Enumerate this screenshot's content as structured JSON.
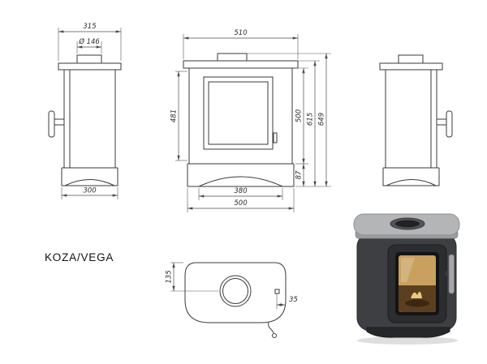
{
  "title": "KOZA/VEGA",
  "dims": {
    "side": {
      "top_depth": "315",
      "flue_diameter": "Ø 146",
      "bottom_depth": "300"
    },
    "front": {
      "top_width": "510",
      "door_height": "481",
      "body_height": "500",
      "plinth_height": "87",
      "upper_height": "615",
      "total_height": "649",
      "feet_span": "380",
      "bottom_width": "500"
    },
    "top": {
      "flue_offset": "135",
      "edge_offset": "35"
    }
  }
}
